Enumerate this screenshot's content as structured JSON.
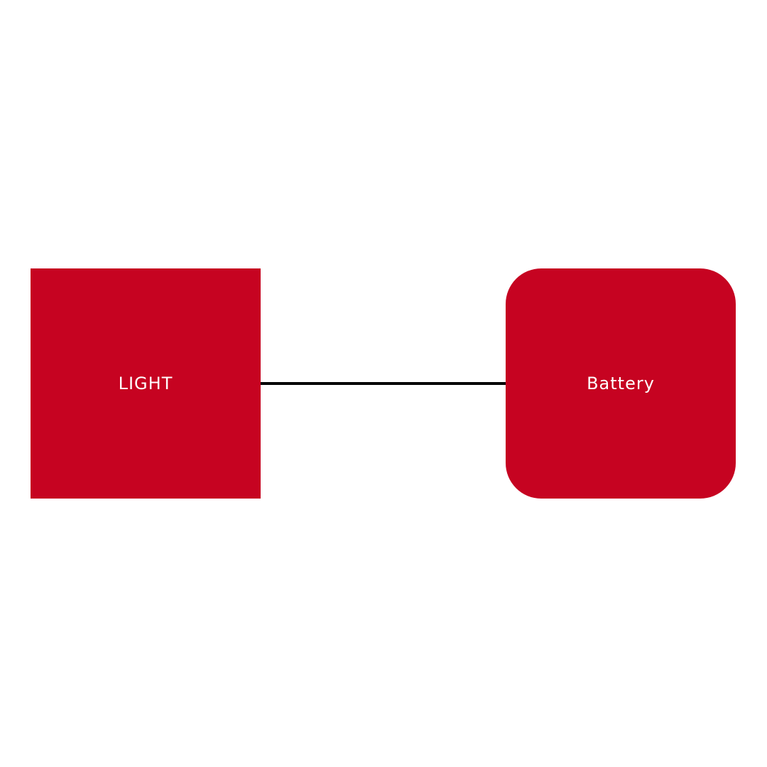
{
  "diagram": {
    "nodes": [
      {
        "id": "light",
        "label": "LIGHT",
        "shape": "square",
        "fill": "#c60321"
      },
      {
        "id": "battery",
        "label": "Battery",
        "shape": "rounded-square",
        "fill": "#c60321"
      }
    ],
    "edges": [
      {
        "from": "light",
        "to": "battery",
        "color": "#000000"
      }
    ]
  }
}
